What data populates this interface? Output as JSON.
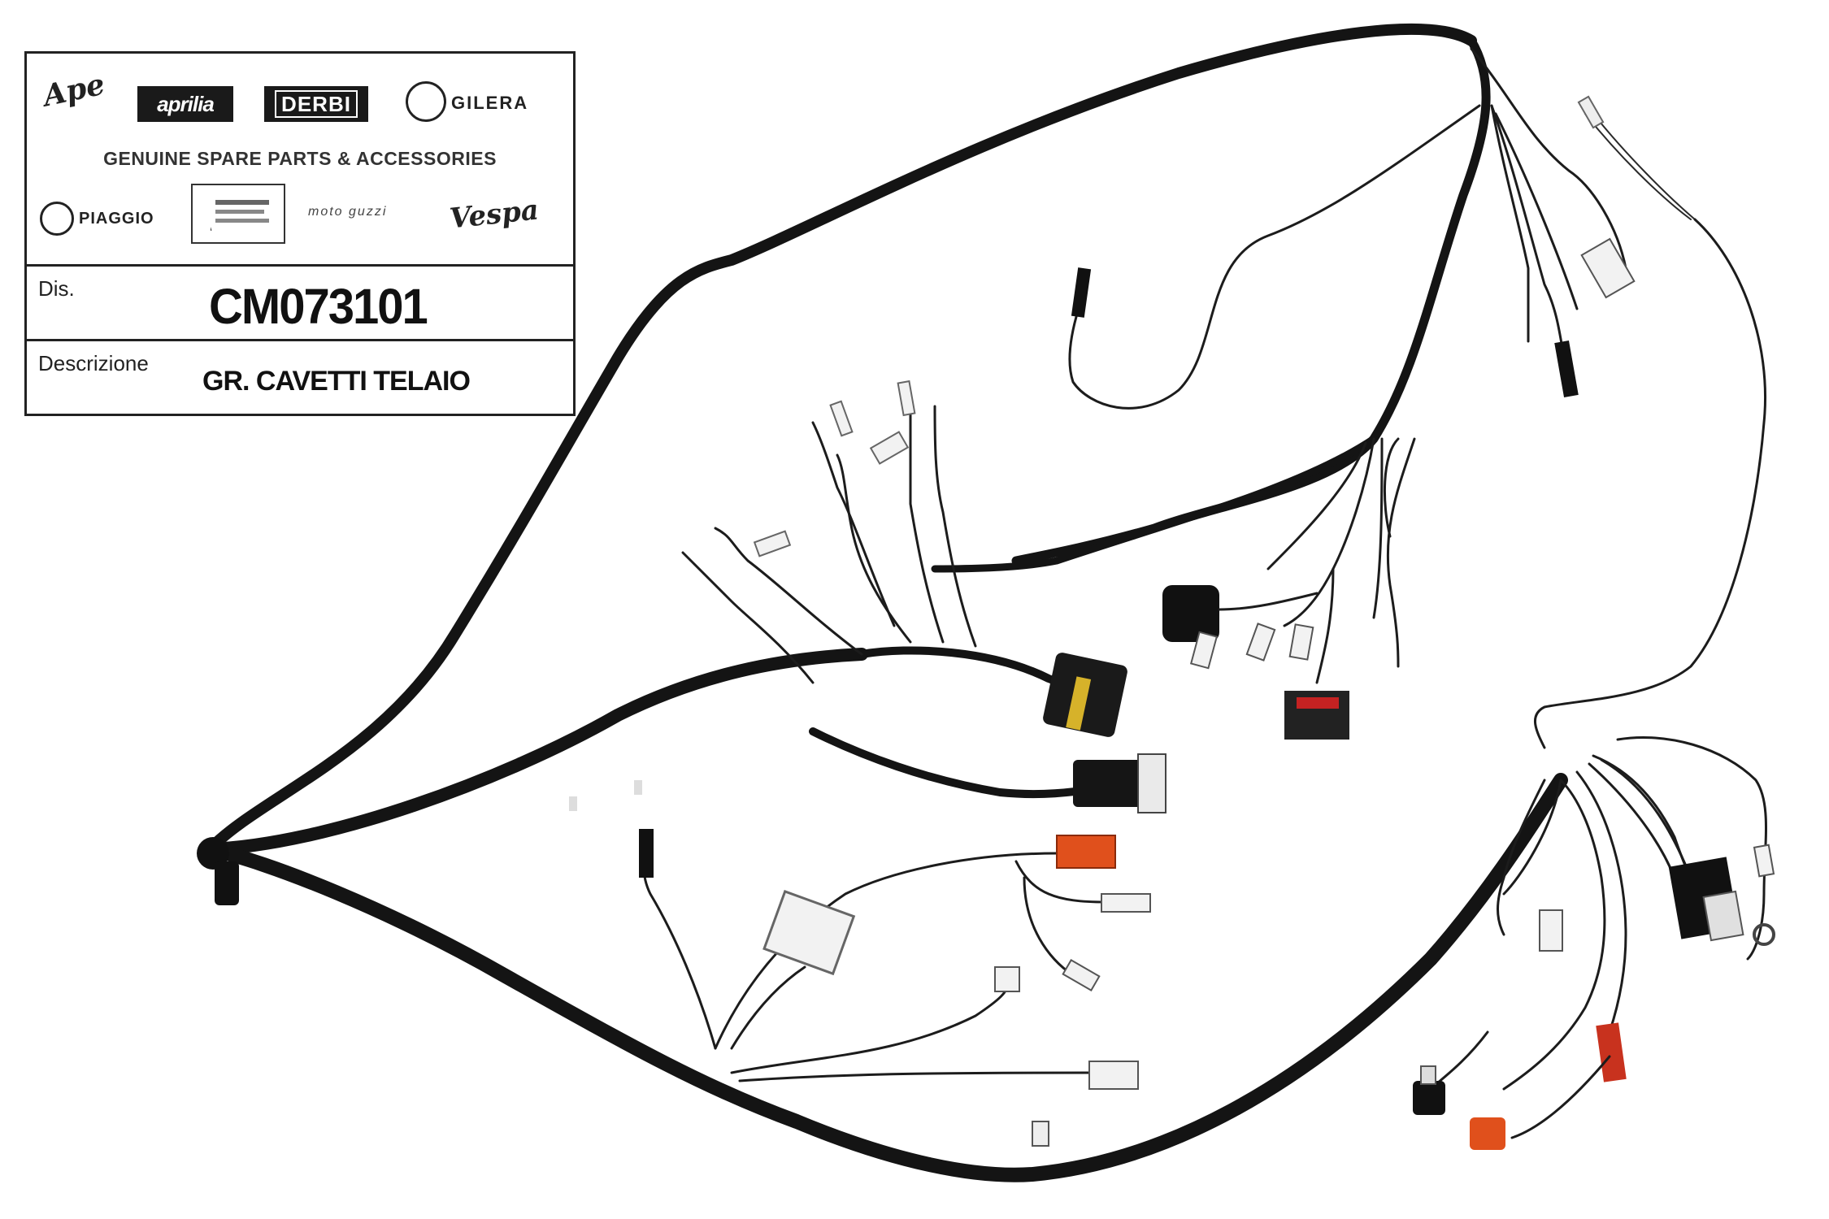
{
  "label": {
    "brands": {
      "ape": "Ape",
      "aprilia": "aprilia",
      "derbi": "DERBI",
      "gilera": "GILERA",
      "piaggio": "PIAGGIO",
      "moto_guzzi": "moto guzzi",
      "vespa": "Vespa"
    },
    "tagline": "GENUINE SPARE PARTS & ACCESSORIES",
    "dis_label": "Dis.",
    "dis_value": "CM073101",
    "desc_label": "Descrizione",
    "desc_value": "GR. CAVETTI TELAIO"
  },
  "colors": {
    "harness": "#141414",
    "connector_orange": "#e0501c",
    "connector_red": "#c42222",
    "wire_red": "#c8321e",
    "wire_purple": "#5a2a7a",
    "terminal_white": "#f2f2f2"
  }
}
